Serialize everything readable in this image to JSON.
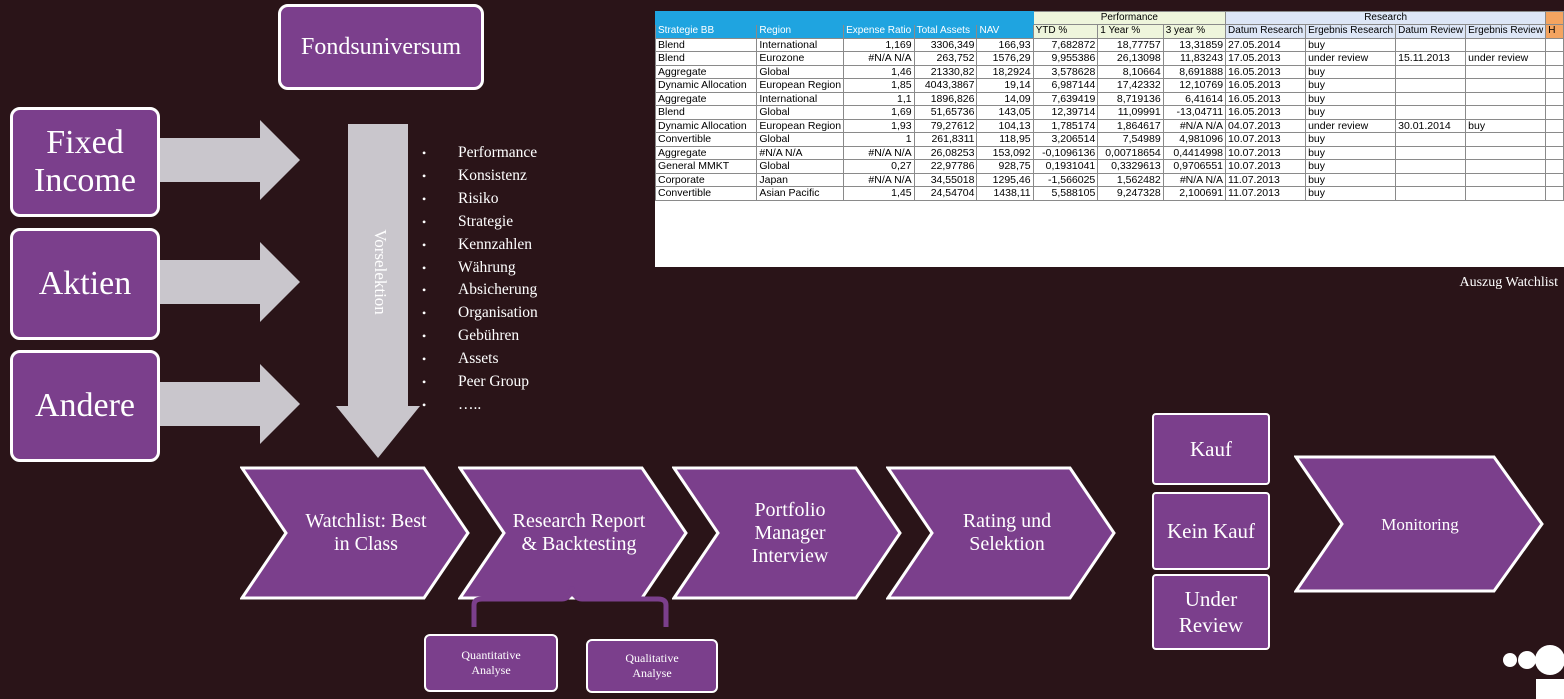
{
  "fondsuniversum": "Fondsuniversum",
  "sources": [
    "Fixed Income",
    "Aktien",
    "Andere"
  ],
  "vorselektion": "Vorselektion",
  "criteria": [
    "Performance",
    "Konsistenz",
    "Risiko",
    "Strategie",
    "Kennzahlen",
    "Währung",
    "Absicherung",
    "Organisation",
    "Gebühren",
    "Assets",
    "Peer Group",
    "….."
  ],
  "process": [
    "Watchlist: Best in Class",
    "Research Report & Backtesting",
    "Portfolio Manager Interview",
    "Rating und Selektion"
  ],
  "decisions": [
    "Kauf",
    "Kein Kauf",
    "Under Review"
  ],
  "monitoring": "Monitoring",
  "analysis": [
    "Quantitative Analyse",
    "Qualitative Analyse"
  ],
  "table": {
    "groups": [
      "Performance",
      "Research"
    ],
    "headers": [
      "Strategie BB",
      "Region",
      "Expense Ratio",
      "Total Assets",
      "NAV",
      "YTD %",
      "1 Year %",
      "3 year %",
      "Datum Research",
      "Ergebnis Research",
      "Datum Review",
      "Ergebnis Review",
      "H"
    ],
    "rows": [
      [
        "Blend",
        "International",
        "1,169",
        "3306,349",
        "166,93",
        "7,682872",
        "18,77757",
        "13,31859",
        "27.05.2014",
        "buy",
        "",
        "",
        ""
      ],
      [
        "Blend",
        "Eurozone",
        "#N/A N/A",
        "263,752",
        "1576,29",
        "9,955386",
        "26,13098",
        "11,83243",
        "17.05.2013",
        "under review",
        "15.11.2013",
        "under review",
        ""
      ],
      [
        "Aggregate",
        "Global",
        "1,46",
        "21330,82",
        "18,2924",
        "3,578628",
        "8,10664",
        "8,691888",
        "16.05.2013",
        "buy",
        "",
        "",
        ""
      ],
      [
        "Dynamic Allocation",
        "European Region",
        "1,85",
        "4043,3867",
        "19,14",
        "6,987144",
        "17,42332",
        "12,10769",
        "16.05.2013",
        "buy",
        "",
        "",
        ""
      ],
      [
        "Aggregate",
        "International",
        "1,1",
        "1896,826",
        "14,09",
        "7,639419",
        "8,719136",
        "6,41614",
        "16.05.2013",
        "buy",
        "",
        "",
        ""
      ],
      [
        "Blend",
        "Global",
        "1,69",
        "51,65736",
        "143,05",
        "12,39714",
        "11,09991",
        "-13,04711",
        "16.05.2013",
        "buy",
        "",
        "",
        ""
      ],
      [
        "Dynamic Allocation",
        "European Region",
        "1,93",
        "79,27612",
        "104,13",
        "1,785174",
        "1,864617",
        "#N/A N/A",
        "04.07.2013",
        "under review",
        "30.01.2014",
        "buy",
        ""
      ],
      [
        "Convertible",
        "Global",
        "1",
        "261,8311",
        "118,95",
        "3,206514",
        "7,54989",
        "4,981096",
        "10.07.2013",
        "buy",
        "",
        "",
        ""
      ],
      [
        "Aggregate",
        "#N/A N/A",
        "#N/A N/A",
        "26,08253",
        "153,092",
        "-0,1096136",
        "0,00718654",
        "0,4414998",
        "10.07.2013",
        "buy",
        "",
        "",
        ""
      ],
      [
        "General MMKT",
        "Global",
        "0,27",
        "22,97786",
        "928,75",
        "0,1931041",
        "0,3329613",
        "0,9706551",
        "10.07.2013",
        "buy",
        "",
        "",
        ""
      ],
      [
        "Corporate",
        "Japan",
        "#N/A N/A",
        "34,55018",
        "1295,46",
        "-1,566025",
        "1,562482",
        "#N/A N/A",
        "11.07.2013",
        "buy",
        "",
        "",
        ""
      ],
      [
        "Convertible",
        "Asian Pacific",
        "1,45",
        "24,54704",
        "1438,11",
        "5,588105",
        "9,247328",
        "2,100691",
        "11.07.2013",
        "buy",
        "",
        "",
        ""
      ]
    ],
    "caption": "Auszug Watchlist"
  },
  "colors": {
    "background": "#2a1418",
    "purple": "#7b3f8c",
    "arrow_gray": "#c9c6cc",
    "header_blue": "#1fa4e0",
    "perf_header": "#eef5dc",
    "research_header": "#dde6f6",
    "bracket": "#7b3f8c"
  }
}
